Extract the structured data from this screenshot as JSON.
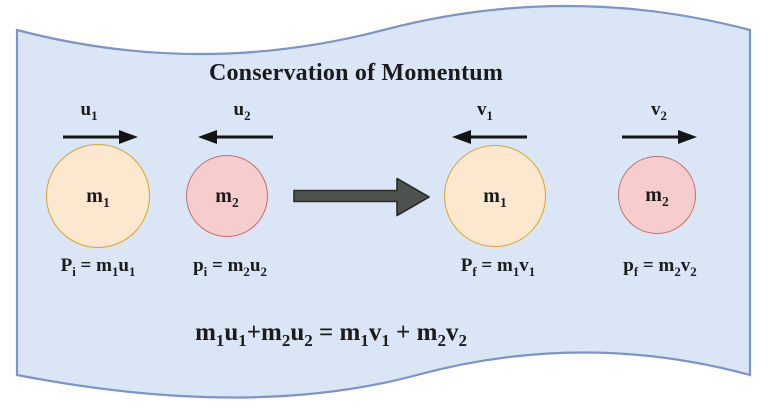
{
  "diagram": {
    "title": "Conservation of Momentum",
    "equation": "m_1u_1+m_2u_2 = m_1v_1 + m_2v_2",
    "before": {
      "object1": {
        "mass": "m_1",
        "velocity": "u_1",
        "direction": "right",
        "momentum": "P_i = m_1u_1"
      },
      "object2": {
        "mass": "m_2",
        "velocity": "u_2",
        "direction": "left",
        "momentum": "p_i = m_2u_2"
      }
    },
    "after": {
      "object1": {
        "mass": "m_1",
        "velocity": "v_1",
        "direction": "left",
        "momentum": "P_f = m_1v_1"
      },
      "object2": {
        "mass": "m_2",
        "velocity": "v_2",
        "direction": "right",
        "momentum": "p_f = m_2v_2"
      }
    },
    "colors": {
      "banner_fill": "#DAE5F6",
      "banner_border": "#7B95C8",
      "mass1_fill": "#FCE8CF",
      "mass1_border": "#D8A428",
      "mass2_fill": "#F6CCCC",
      "mass2_border": "#C2706E",
      "transition_arrow_fill": "#4E524D",
      "arrow_color": "#141414",
      "text_color": "#1B1B1B"
    },
    "icons": {
      "transition": "block-arrow-right-icon",
      "velocity_arrows": [
        "arrow-right-icon",
        "arrow-left-icon",
        "arrow-left-icon",
        "arrow-right-icon"
      ]
    }
  }
}
